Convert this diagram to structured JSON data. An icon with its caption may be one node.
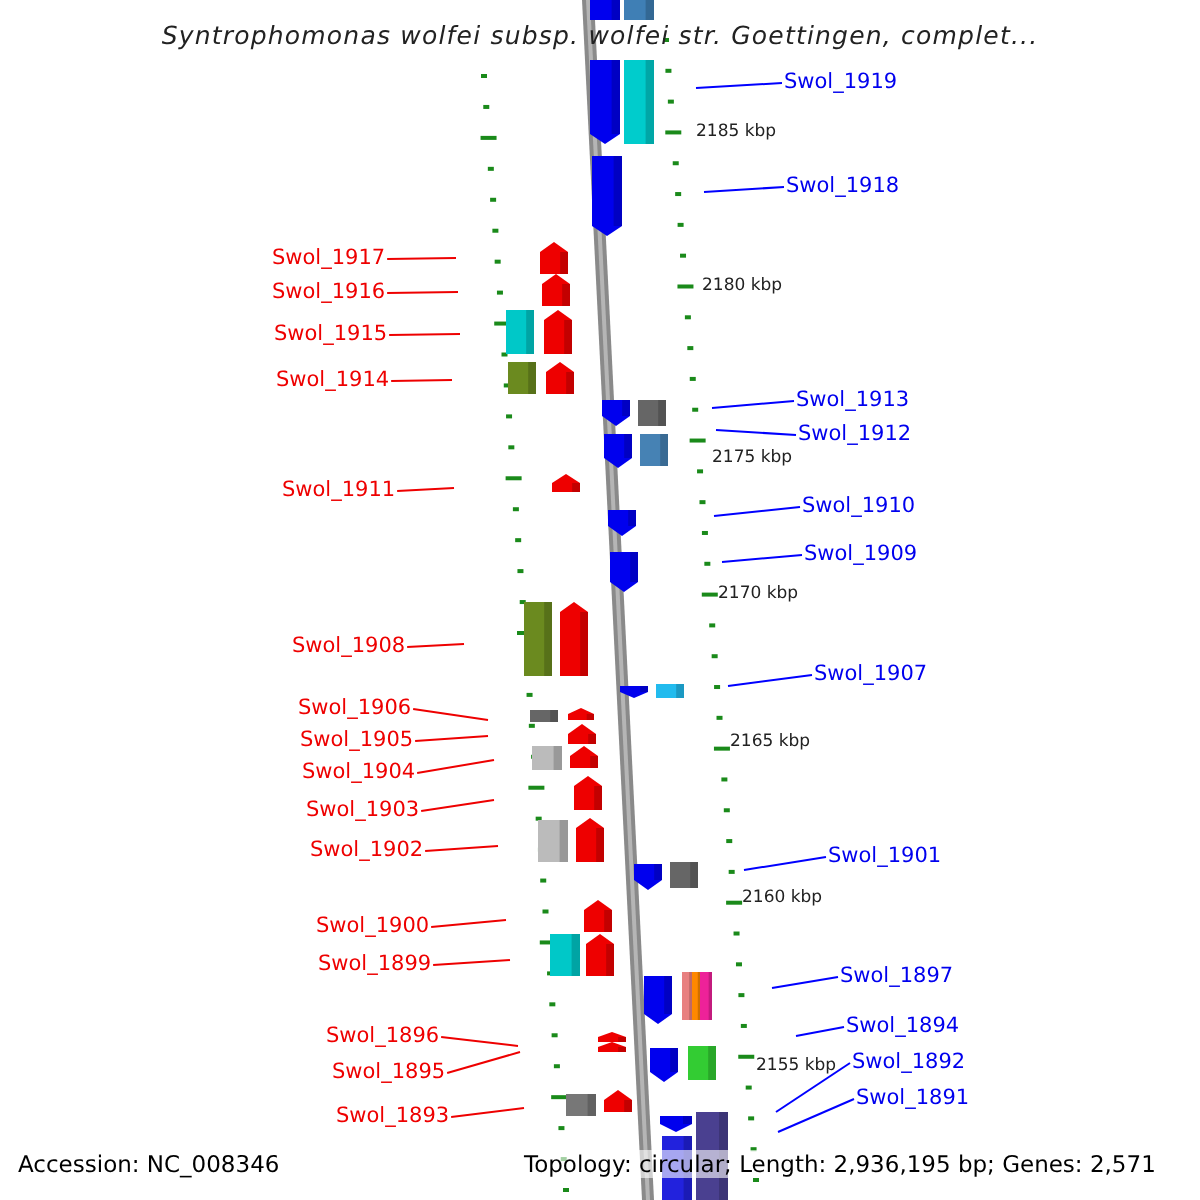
{
  "diagram": {
    "title": "Syntrophomonas wolfei subsp. wolfei str. Goettingen, complet...",
    "nodes": [
      {
        "text": [
          "Swol_1919"
        ]
      },
      {
        "text": [
          "Swol_1918"
        ]
      },
      {
        "text": [
          "Swol_1917"
        ]
      },
      {
        "text": [
          "Swol_1916"
        ]
      },
      {
        "text": [
          "Swol_1915"
        ]
      },
      {
        "text": [
          "Swol_1914"
        ]
      },
      {
        "text": [
          "Swol_1913"
        ]
      },
      {
        "text": [
          "Swol_1912"
        ]
      },
      {
        "text": [
          "Swol_1911"
        ]
      },
      {
        "text": [
          "Swol_1910"
        ]
      },
      {
        "text": [
          "Swol_1909"
        ]
      },
      {
        "text": [
          "Swol_1908"
        ]
      },
      {
        "text": [
          "Swol_1907"
        ]
      },
      {
        "text": [
          "Swol_1906"
        ]
      },
      {
        "text": [
          "Swol_1905"
        ]
      },
      {
        "text": [
          "Swol_1904"
        ]
      },
      {
        "text": [
          "Swol_1903"
        ]
      },
      {
        "text": [
          "Swol_1902"
        ]
      },
      {
        "text": [
          "Swol_1901"
        ]
      },
      {
        "text": [
          "Swol_1900"
        ]
      },
      {
        "text": [
          "Swol_1899"
        ]
      },
      {
        "text": [
          "Swol_1897"
        ]
      },
      {
        "text": [
          "Swol_1894"
        ]
      },
      {
        "text": [
          "Swol_1896"
        ]
      },
      {
        "text": [
          "Swol_1892"
        ]
      },
      {
        "text": [
          "Swol_1895"
        ]
      },
      {
        "text": [
          "Swol_1891"
        ]
      },
      {
        "text": [
          "Swol_1893"
        ]
      }
    ],
    "edges": [
      {
        "from": 0,
        "to": null,
        "arrow": "none",
        "color": "#0000ff"
      },
      {
        "from": 1,
        "to": null,
        "arrow": "none",
        "color": "#0000ff"
      },
      {
        "from": 2,
        "to": null,
        "arrow": "none"
      },
      {
        "from": 3,
        "to": null,
        "arrow": "none"
      },
      {
        "from": 4,
        "to": null,
        "arrow": "none"
      },
      {
        "from": 5,
        "to": null,
        "arrow": "none"
      },
      {
        "from": 6,
        "to": null,
        "arrow": "none",
        "color": "#0000ff"
      },
      {
        "from": 7,
        "to": null,
        "arrow": "none",
        "color": "#0000ff"
      },
      {
        "from": 8,
        "to": null,
        "arrow": "none"
      },
      {
        "from": 9,
        "to": null,
        "arrow": "none",
        "color": "#0000ff"
      },
      {
        "from": 10,
        "to": null,
        "arrow": "none",
        "color": "#0000ff"
      },
      {
        "from": 11,
        "to": null,
        "arrow": "none"
      },
      {
        "from": 12,
        "to": null,
        "arrow": "none",
        "color": "#0000ff"
      },
      {
        "from": 13,
        "to": null,
        "arrow": "none"
      },
      {
        "from": 14,
        "to": null,
        "arrow": "none"
      },
      {
        "from": 15,
        "to": null,
        "arrow": "none"
      },
      {
        "from": 16,
        "to": null,
        "arrow": "none"
      },
      {
        "from": 17,
        "to": null,
        "arrow": "none"
      },
      {
        "from": 18,
        "to": null,
        "arrow": "none",
        "color": "#0000ff"
      },
      {
        "from": 19,
        "to": null,
        "arrow": "none"
      },
      {
        "from": 20,
        "to": null,
        "arrow": "none"
      },
      {
        "from": 21,
        "to": null,
        "arrow": "none",
        "color": "#0000ff"
      },
      {
        "from": 22,
        "to": null,
        "arrow": "none",
        "color": "#0000ff"
      },
      {
        "from": 23,
        "to": null,
        "arrow": "none"
      },
      {
        "from": 24,
        "to": null,
        "arrow": "none",
        "color": "#0000ff"
      },
      {
        "from": 25,
        "to": null,
        "arrow": "none"
      },
      {
        "from": 26,
        "to": null,
        "arrow": "none",
        "color": "#0000ff"
      },
      {
        "from": 27,
        "to": null,
        "arrow": "none"
      }
    ],
    "labels": [
      "2185 kbp",
      "2180 kbp",
      "2175 kbp",
      "2170 kbp",
      "2165 kbp",
      "2160 kbp",
      "2155 kbp",
      "Accession: NC_008346",
      "Topology: circular; Length: 2,936,195 bp; Genes: 2,571"
    ]
  }
}
